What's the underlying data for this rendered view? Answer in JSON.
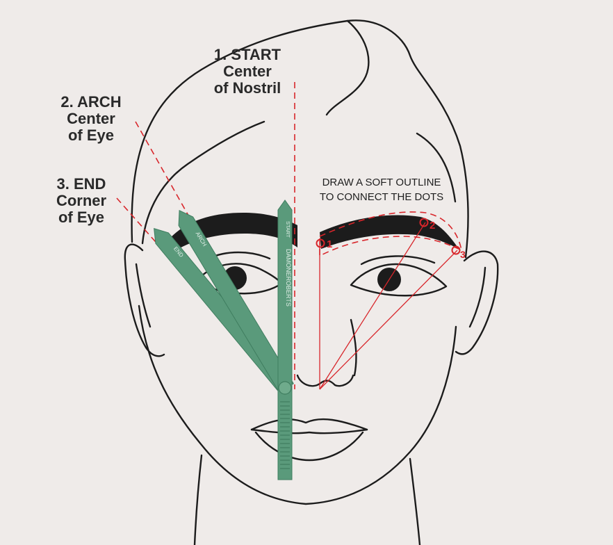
{
  "labels": {
    "start": {
      "title": "1. START",
      "line1": "Center",
      "line2": "of Nostril"
    },
    "arch": {
      "title": "2. ARCH",
      "line1": "Center",
      "line2": "of Eye"
    },
    "end": {
      "title": "3. END",
      "line1": "Corner",
      "line2": "of Eye"
    }
  },
  "note": {
    "line1": "DRAW A SOFT OUTLINE",
    "line2": "TO CONNECT THE DOTS"
  },
  "points": [
    "1",
    "2",
    "3"
  ],
  "tool": {
    "brand": "DAMONEROBERTS",
    "arm_start": "START",
    "arm_arch": "ARCH",
    "arm_end": "END"
  },
  "colors": {
    "guide": "#d8262b",
    "tool": "#5a9a7b",
    "line": "#1c1c1c",
    "background": "#efebe9"
  }
}
